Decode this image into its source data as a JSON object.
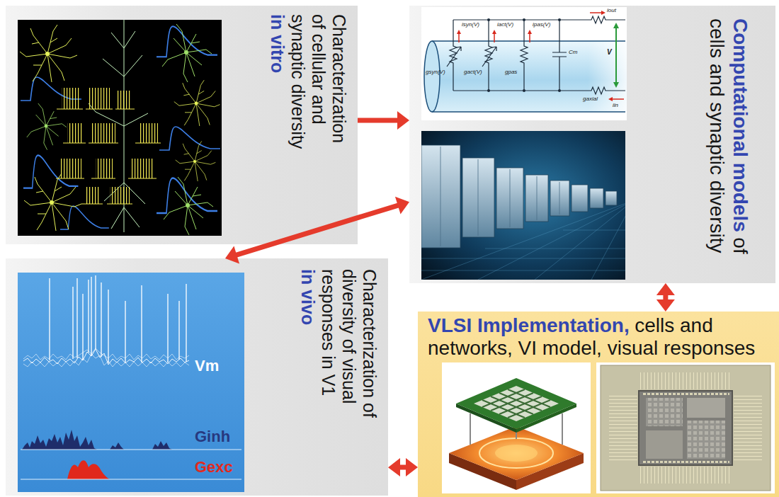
{
  "diagram": {
    "nodes": [
      {
        "text": [
          "Characterization of cellular and synaptic diversity",
          "in vitro"
        ]
      },
      {
        "text": [
          "Computational models",
          "of cells and synaptic diversity"
        ]
      },
      {
        "text": [
          "Characterization of diversity of visual responses in V1",
          "in vivo"
        ]
      },
      {
        "text": [
          "VLSI Implementation,",
          "cells and networks, VI model, visual responses"
        ]
      }
    ],
    "edges": [
      {
        "from": 0,
        "to": 1,
        "arrow": "to"
      },
      {
        "from": 1,
        "to": 2,
        "arrow": "both"
      },
      {
        "from": 1,
        "to": 3,
        "arrow": "both"
      },
      {
        "from": 2,
        "to": 3,
        "arrow": "both"
      }
    ],
    "labels": [
      "iout",
      "isyn(V)",
      "iact(V)",
      "ipas(V)",
      "Cm",
      "V",
      "gsyn(V)",
      "gact(V)",
      "gpas",
      "gaxial",
      "iin",
      "Vm",
      "Ginh",
      "Gexc"
    ]
  }
}
